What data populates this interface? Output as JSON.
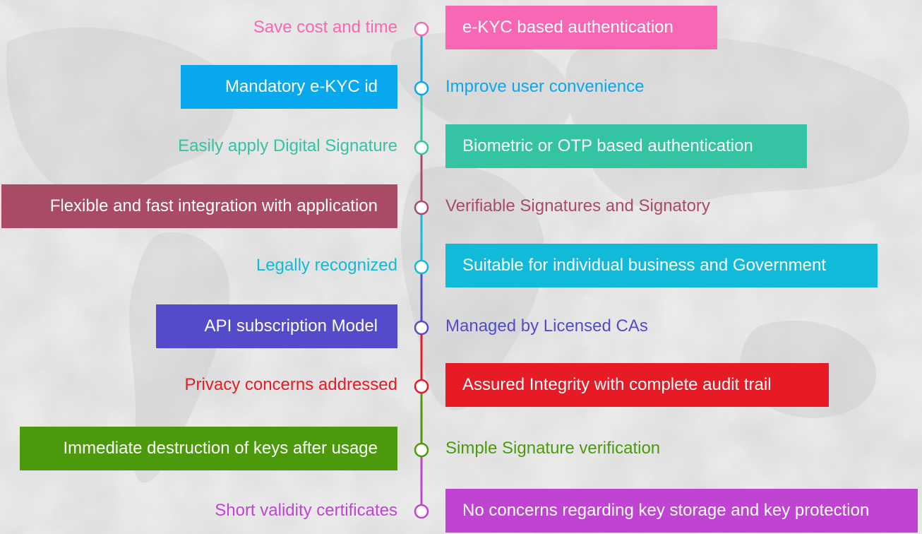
{
  "rows": [
    {
      "color": "#f767b4",
      "left": {
        "text": "Save cost and time",
        "style": "text"
      },
      "right": {
        "text": "e-KYC based authentication",
        "style": "box"
      }
    },
    {
      "color": "#08a8ee",
      "left": {
        "text": "Mandatory e-KYC id",
        "style": "box"
      },
      "right": {
        "text": "Improve user convenience",
        "style": "text"
      }
    },
    {
      "color": "#34c3a3",
      "left": {
        "text": "Easily apply Digital Signature",
        "style": "text"
      },
      "right": {
        "text": "Biometric or OTP based authentication",
        "style": "box"
      }
    },
    {
      "color": "#aa4b66",
      "left": {
        "text": "Flexible and fast integration with application",
        "style": "box"
      },
      "right": {
        "text": "Verifiable Signatures and Signatory",
        "style": "text"
      }
    },
    {
      "color": "#10bad8",
      "left": {
        "text": "Legally recognized",
        "style": "text"
      },
      "right": {
        "text": "Suitable for individual business and Government",
        "style": "box"
      }
    },
    {
      "color": "#544bcb",
      "left": {
        "text": "API subscription Model",
        "style": "box"
      },
      "right": {
        "text": "Managed by Licensed CAs",
        "style": "text"
      }
    },
    {
      "color": "#e61b26",
      "left": {
        "text": "Privacy concerns addressed",
        "style": "text"
      },
      "right": {
        "text": "Assured Integrity with complete audit trail",
        "style": "box"
      }
    },
    {
      "color": "#4c9a0c",
      "left": {
        "text": "Immediate destruction of keys after usage",
        "style": "box"
      },
      "right": {
        "text": "Simple Signature verification",
        "style": "text"
      }
    },
    {
      "color": "#c044d2",
      "left": {
        "text": "Short validity certificates",
        "style": "text"
      },
      "right": {
        "text": "No concerns regarding key storage and key protection",
        "style": "box"
      }
    }
  ]
}
